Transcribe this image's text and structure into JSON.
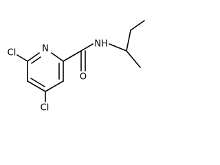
{
  "molecule": {
    "atoms": {
      "ring_nitrogen": "N",
      "chlorine_6": "Cl",
      "chlorine_3": "Cl",
      "carbonyl_oxygen": "O",
      "amide_nh": "NH"
    }
  }
}
